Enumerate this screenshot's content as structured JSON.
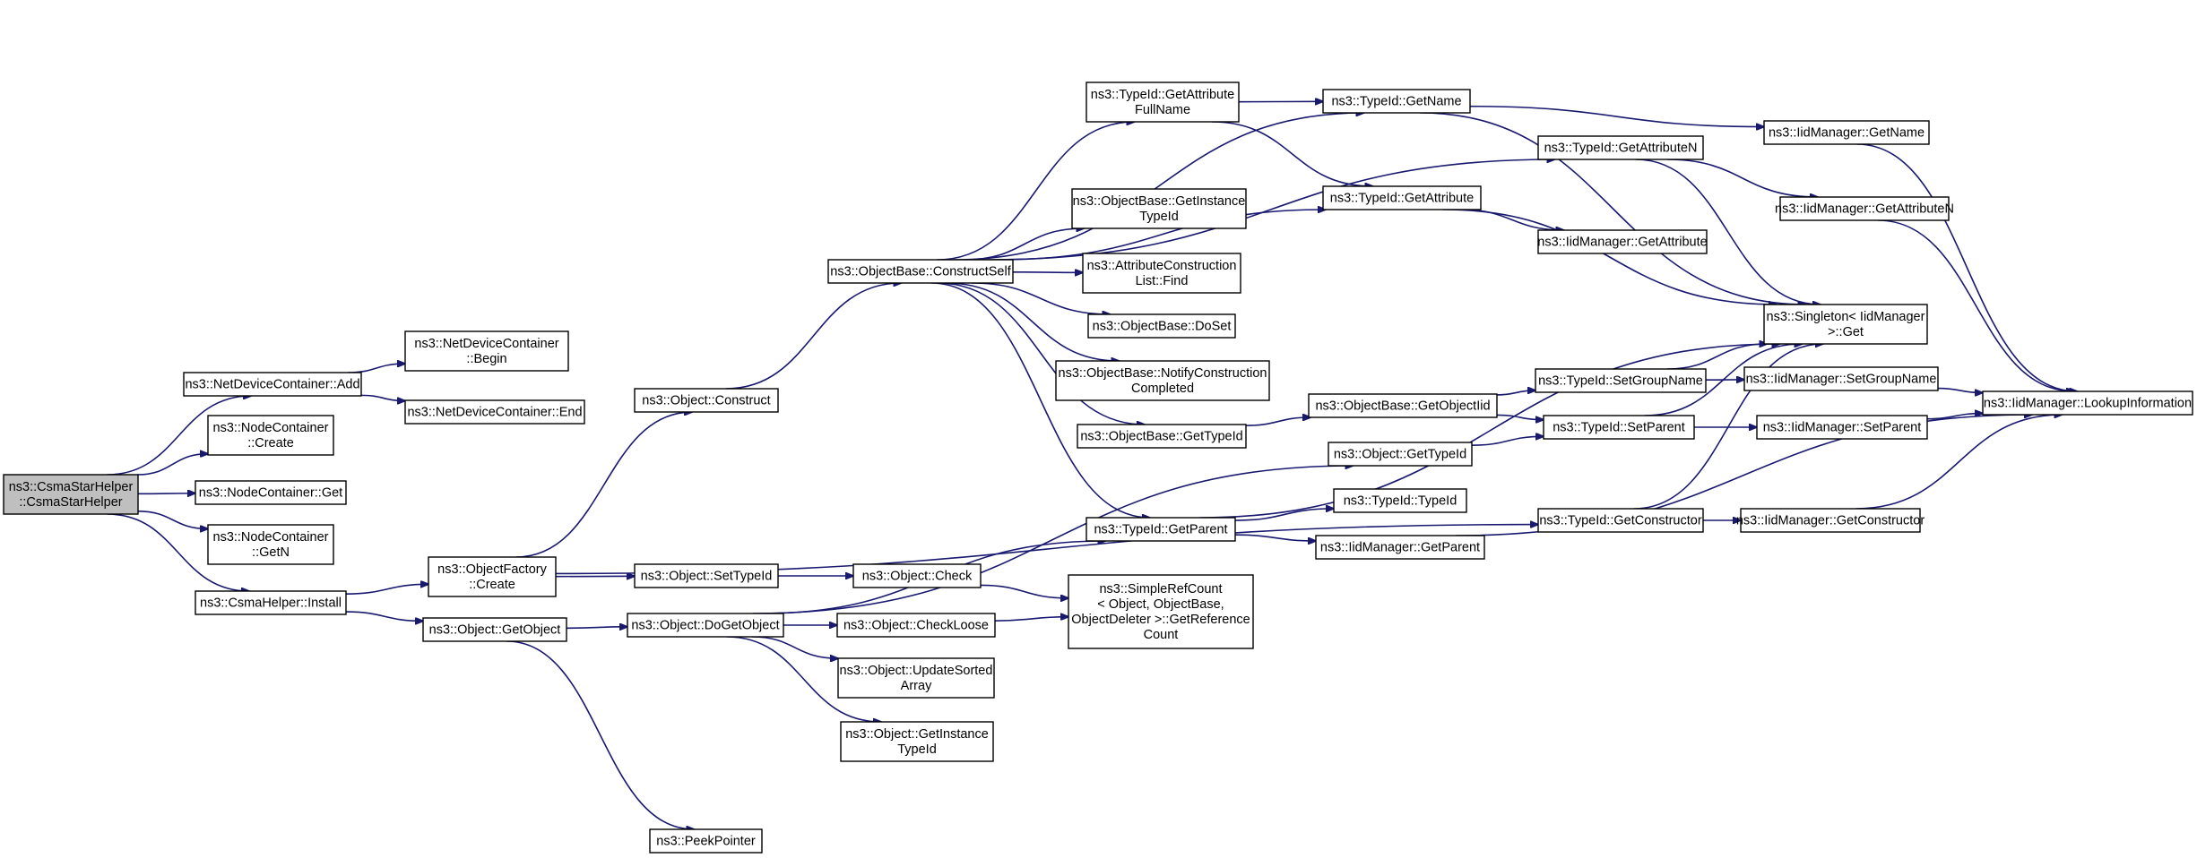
{
  "nodes": [
    {
      "id": "root",
      "lines": [
        "ns3::CsmaStarHelper",
        "::CsmaStarHelper"
      ],
      "root": true
    },
    {
      "id": "ndc_add",
      "lines": [
        "ns3::NetDeviceContainer::Add"
      ]
    },
    {
      "id": "nc_create",
      "lines": [
        "ns3::NodeContainer",
        "::Create"
      ]
    },
    {
      "id": "nc_get",
      "lines": [
        "ns3::NodeContainer::Get"
      ]
    },
    {
      "id": "nc_getn",
      "lines": [
        "ns3::NodeContainer",
        "::GetN"
      ]
    },
    {
      "id": "csma_install",
      "lines": [
        "ns3::CsmaHelper::Install"
      ]
    },
    {
      "id": "ndc_begin",
      "lines": [
        "ns3::NetDeviceContainer",
        "::Begin"
      ]
    },
    {
      "id": "ndc_end",
      "lines": [
        "ns3::NetDeviceContainer::End"
      ]
    },
    {
      "id": "of_create",
      "lines": [
        "ns3::ObjectFactory",
        "::Create"
      ]
    },
    {
      "id": "obj_getobject",
      "lines": [
        "ns3::Object::GetObject"
      ]
    },
    {
      "id": "obj_construct",
      "lines": [
        "ns3::Object::Construct"
      ]
    },
    {
      "id": "obj_settypeid",
      "lines": [
        "ns3::Object::SetTypeId"
      ]
    },
    {
      "id": "obj_dogetobject",
      "lines": [
        "ns3::Object::DoGetObject"
      ]
    },
    {
      "id": "peekpointer",
      "lines": [
        "ns3::PeekPointer"
      ]
    },
    {
      "id": "ob_constructself",
      "lines": [
        "ns3::ObjectBase::ConstructSelf"
      ]
    },
    {
      "id": "tid_getattrfull",
      "lines": [
        "ns3::TypeId::GetAttribute",
        "FullName"
      ]
    },
    {
      "id": "ob_getinstance",
      "lines": [
        "ns3::ObjectBase::GetInstance",
        "TypeId"
      ]
    },
    {
      "id": "acl_find",
      "lines": [
        "ns3::AttributeConstruction",
        "List::Find"
      ]
    },
    {
      "id": "ob_doset",
      "lines": [
        "ns3::ObjectBase::DoSet"
      ]
    },
    {
      "id": "ob_notify",
      "lines": [
        "ns3::ObjectBase::NotifyConstruction",
        "Completed"
      ]
    },
    {
      "id": "ob_gettypeid",
      "lines": [
        "ns3::ObjectBase::GetTypeId"
      ]
    },
    {
      "id": "tid_getparent",
      "lines": [
        "ns3::TypeId::GetParent"
      ]
    },
    {
      "id": "obj_check",
      "lines": [
        "ns3::Object::Check"
      ]
    },
    {
      "id": "obj_checkloose",
      "lines": [
        "ns3::Object::CheckLoose"
      ]
    },
    {
      "id": "obj_updatesorted",
      "lines": [
        "ns3::Object::UpdateSorted",
        "Array"
      ]
    },
    {
      "id": "obj_getinstance",
      "lines": [
        "ns3::Object::GetInstance",
        "TypeId"
      ]
    },
    {
      "id": "src_getref",
      "lines": [
        "ns3::SimpleRefCount",
        "< Object, ObjectBase,",
        "ObjectDeleter >::GetReference",
        "Count"
      ]
    },
    {
      "id": "tid_getname",
      "lines": [
        "ns3::TypeId::GetName"
      ]
    },
    {
      "id": "tid_getattribute",
      "lines": [
        "ns3::TypeId::GetAttribute"
      ]
    },
    {
      "id": "ob_getobjectiid",
      "lines": [
        "ns3::ObjectBase::GetObjectIid"
      ]
    },
    {
      "id": "obj_gettypeid",
      "lines": [
        "ns3::Object::GetTypeId"
      ]
    },
    {
      "id": "tid_typeid",
      "lines": [
        "ns3::TypeId::TypeId"
      ]
    },
    {
      "id": "iid_getparent",
      "lines": [
        "ns3::IidManager::GetParent"
      ]
    },
    {
      "id": "tid_getattributen",
      "lines": [
        "ns3::TypeId::GetAttributeN"
      ]
    },
    {
      "id": "iid_getattribute",
      "lines": [
        "ns3::IidManager::GetAttribute"
      ]
    },
    {
      "id": "tid_setgroupname",
      "lines": [
        "ns3::TypeId::SetGroupName"
      ]
    },
    {
      "id": "tid_setparent",
      "lines": [
        "ns3::TypeId::SetParent"
      ]
    },
    {
      "id": "tid_getconstructor",
      "lines": [
        "ns3::TypeId::GetConstructor"
      ]
    },
    {
      "id": "singleton_get",
      "lines": [
        "ns3::Singleton< IidManager",
        ">::Get"
      ]
    },
    {
      "id": "iid_getname",
      "lines": [
        "ns3::IidManager::GetName"
      ]
    },
    {
      "id": "iid_getattributen",
      "lines": [
        "ns3::IidManager::GetAttributeN"
      ]
    },
    {
      "id": "iid_setgroupname",
      "lines": [
        "ns3::IidManager::SetGroupName"
      ]
    },
    {
      "id": "iid_setparent",
      "lines": [
        "ns3::IidManager::SetParent"
      ]
    },
    {
      "id": "iid_getconstructor",
      "lines": [
        "ns3::IidManager::GetConstructor"
      ]
    },
    {
      "id": "iid_lookup",
      "lines": [
        "ns3::IidManager::LookupInformation"
      ]
    }
  ],
  "edges": [
    [
      "root",
      "ndc_add"
    ],
    [
      "root",
      "nc_create"
    ],
    [
      "root",
      "nc_get"
    ],
    [
      "root",
      "nc_getn"
    ],
    [
      "root",
      "csma_install"
    ],
    [
      "ndc_add",
      "ndc_begin"
    ],
    [
      "ndc_add",
      "ndc_end"
    ],
    [
      "csma_install",
      "of_create"
    ],
    [
      "csma_install",
      "obj_getobject"
    ],
    [
      "of_create",
      "obj_construct"
    ],
    [
      "of_create",
      "obj_settypeid"
    ],
    [
      "of_create",
      "tid_getconstructor"
    ],
    [
      "obj_getobject",
      "obj_dogetobject"
    ],
    [
      "obj_getobject",
      "peekpointer"
    ],
    [
      "obj_construct",
      "ob_constructself"
    ],
    [
      "obj_settypeid",
      "obj_check"
    ],
    [
      "obj_dogetobject",
      "obj_gettypeid"
    ],
    [
      "obj_dogetobject",
      "tid_getparent"
    ],
    [
      "obj_dogetobject",
      "obj_checkloose"
    ],
    [
      "obj_dogetobject",
      "obj_updatesorted"
    ],
    [
      "obj_dogetobject",
      "obj_getinstance"
    ],
    [
      "ob_constructself",
      "tid_getattrfull"
    ],
    [
      "ob_constructself",
      "ob_getinstance"
    ],
    [
      "ob_constructself",
      "acl_find"
    ],
    [
      "ob_constructself",
      "ob_doset"
    ],
    [
      "ob_constructself",
      "ob_notify"
    ],
    [
      "ob_constructself",
      "ob_gettypeid"
    ],
    [
      "ob_constructself",
      "tid_getparent"
    ],
    [
      "ob_constructself",
      "tid_getname"
    ],
    [
      "ob_constructself",
      "tid_getattribute"
    ],
    [
      "ob_constructself",
      "tid_getattributen"
    ],
    [
      "tid_getattrfull",
      "tid_getname"
    ],
    [
      "tid_getattrfull",
      "tid_getattribute"
    ],
    [
      "ob_gettypeid",
      "ob_getobjectiid"
    ],
    [
      "tid_getparent",
      "tid_typeid"
    ],
    [
      "tid_getparent",
      "iid_getparent"
    ],
    [
      "tid_getparent",
      "singleton_get"
    ],
    [
      "obj_check",
      "src_getref"
    ],
    [
      "obj_checkloose",
      "src_getref"
    ],
    [
      "tid_getname",
      "iid_getname"
    ],
    [
      "tid_getname",
      "singleton_get"
    ],
    [
      "tid_getattribute",
      "iid_getattribute"
    ],
    [
      "tid_getattribute",
      "singleton_get"
    ],
    [
      "ob_getobjectiid",
      "tid_setgroupname"
    ],
    [
      "ob_getobjectiid",
      "tid_setparent"
    ],
    [
      "obj_gettypeid",
      "tid_setparent"
    ],
    [
      "iid_getparent",
      "iid_lookup"
    ],
    [
      "tid_getattributen",
      "iid_getattributen"
    ],
    [
      "tid_getattributen",
      "singleton_get"
    ],
    [
      "tid_setgroupname",
      "iid_setgroupname"
    ],
    [
      "tid_setgroupname",
      "singleton_get"
    ],
    [
      "tid_setparent",
      "iid_setparent"
    ],
    [
      "tid_setparent",
      "singleton_get"
    ],
    [
      "tid_getconstructor",
      "iid_getconstructor"
    ],
    [
      "tid_getconstructor",
      "singleton_get"
    ],
    [
      "iid_getname",
      "iid_lookup"
    ],
    [
      "iid_getattributen",
      "iid_lookup"
    ],
    [
      "iid_setgroupname",
      "iid_lookup"
    ],
    [
      "iid_setparent",
      "iid_lookup"
    ],
    [
      "iid_getconstructor",
      "iid_lookup"
    ]
  ]
}
